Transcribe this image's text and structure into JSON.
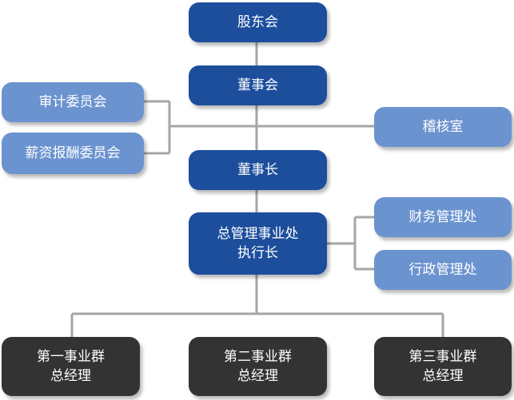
{
  "colors": {
    "primary": "#1c4e9c",
    "secondary": "#6b93cf",
    "business": "#333333",
    "connector": "#a6a6a6"
  },
  "shareholders": "股东会",
  "board": "董事会",
  "audit_committee": "审计委员会",
  "compensation_committee": "薪资报酬委员会",
  "audit_office": "稽核室",
  "chairman": "董事长",
  "general_management": {
    "line1": "总管理事业处",
    "line2": "执行长"
  },
  "finance_dept": "财务管理处",
  "admin_dept": "行政管理处",
  "business_groups": [
    {
      "line1": "第一事业群",
      "line2": "总经理"
    },
    {
      "line1": "第二事业群",
      "line2": "总经理"
    },
    {
      "line1": "第三事业群",
      "line2": "总经理"
    }
  ]
}
